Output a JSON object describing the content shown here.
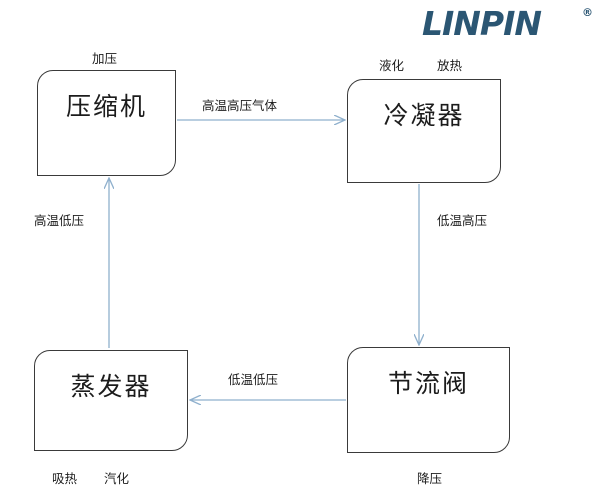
{
  "brand": {
    "logo_text": "LINPIN",
    "registered_mark": "®",
    "logo_color": "#2b5673"
  },
  "diagram": {
    "type": "flowchart",
    "title": "",
    "arrow_color": "#8fb0cd",
    "box_border_color": "#3a3a3a",
    "nodes": [
      {
        "id": "compressor",
        "label": "压缩机",
        "caption_above": "加压",
        "captions_below": []
      },
      {
        "id": "condenser",
        "label": "冷凝器",
        "captions_above": [
          "液化",
          "放热"
        ],
        "captions_below": []
      },
      {
        "id": "evaporator",
        "label": "蒸发器",
        "captions_above": [],
        "captions_below": [
          "吸热",
          "汽化"
        ]
      },
      {
        "id": "throttle",
        "label": "节流阀",
        "captions_above": [],
        "captions_below": [
          "降压"
        ]
      }
    ],
    "edges": [
      {
        "id": "compressor-to-condenser",
        "from": "compressor",
        "to": "condenser",
        "direction": "right",
        "label": "高温高压气体"
      },
      {
        "id": "condenser-to-throttle",
        "from": "condenser",
        "to": "throttle",
        "direction": "down",
        "label": "低温高压"
      },
      {
        "id": "throttle-to-evaporator",
        "from": "throttle",
        "to": "evaporator",
        "direction": "left",
        "label": "低温低压"
      },
      {
        "id": "evaporator-to-compressor",
        "from": "evaporator",
        "to": "compressor",
        "direction": "up",
        "label": "高温低压"
      }
    ]
  }
}
